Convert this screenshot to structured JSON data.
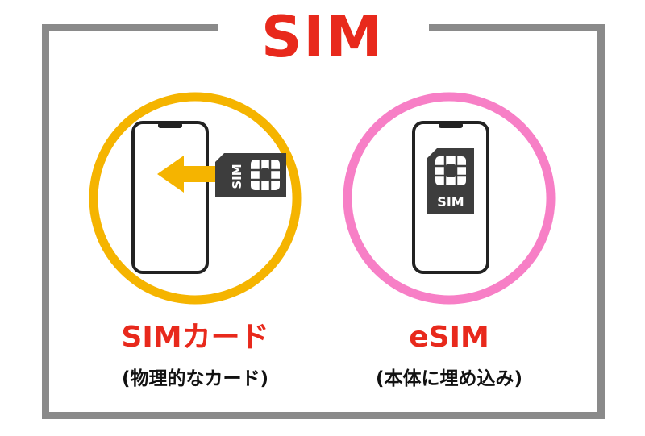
{
  "title": "SIM",
  "chip_text": "SIM",
  "left": {
    "label": "SIMカード",
    "sublabel": "(物理的なカード)",
    "ring_color": "#f5b400"
  },
  "right": {
    "label": "eSIM",
    "sublabel": "(本体に埋め込み)",
    "ring_color": "#f77fc6"
  },
  "colors": {
    "title": "#e8291c",
    "frame": "#8a8a8a",
    "arrow": "#f5b400",
    "chip": "#3d3d3d"
  }
}
